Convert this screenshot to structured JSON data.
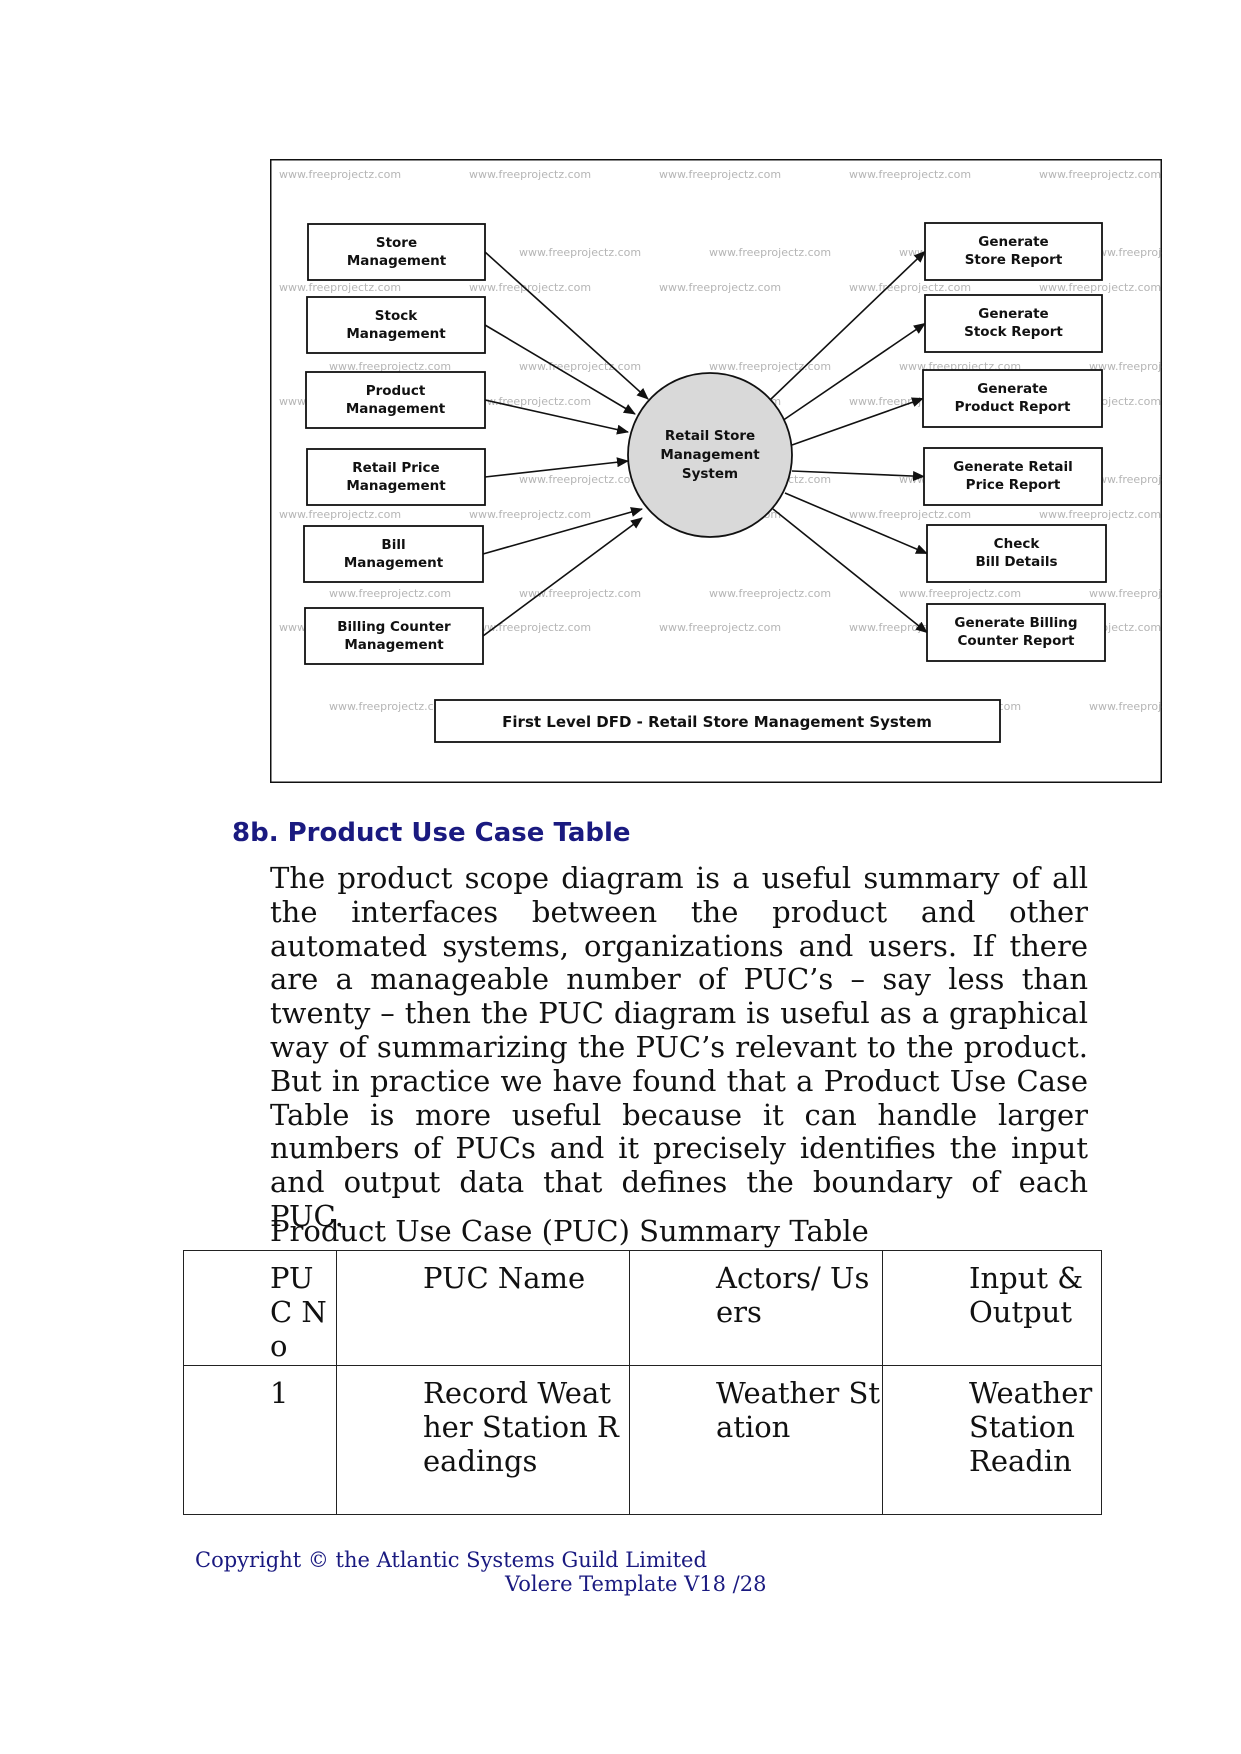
{
  "diagram": {
    "watermark": "www.freeprojectz.com",
    "center": [
      "Retail Store",
      "Management",
      "System"
    ],
    "inputs": [
      [
        "Store",
        "Management"
      ],
      [
        "Stock",
        "Management"
      ],
      [
        "Product",
        "Management"
      ],
      [
        "Retail Price",
        "Management"
      ],
      [
        "Bill",
        "Management"
      ],
      [
        "Billing Counter",
        "Management"
      ]
    ],
    "outputs": [
      [
        "Generate",
        "Store Report"
      ],
      [
        "Generate",
        "Stock Report"
      ],
      [
        "Generate",
        "Product Report"
      ],
      [
        "Generate Retail",
        "Price Report"
      ],
      [
        "Check",
        "Bill Details"
      ],
      [
        "Generate Billing",
        "Counter Report"
      ]
    ],
    "caption": "First Level DFD - Retail Store Management System"
  },
  "section": {
    "heading": "8b. Product Use Case Table",
    "body": "The product scope diagram is a useful summary of all the interfaces between the product and other automated systems, organizations and users. If there are a manageable number of PUC’s – say less than twenty – then the PUC diagram is useful as a graphical way of summarizing the PUC’s relevant to the product. But in practice we have found that a Product Use Case Table is more useful because it can handle larger numbers of PUCs and it precisely identifies the input and output data that defines the boundary of each PUC."
  },
  "table": {
    "caption": "Product Use Case (PUC) Summary Table",
    "headers": [
      "PU C No",
      "PUC Name",
      "Actors/ Users",
      "Input & Output"
    ],
    "rows": [
      [
        "1",
        "Record Weather Station Readings",
        "Weather Station",
        "Weather Station Readin"
      ]
    ]
  },
  "footer": {
    "copyright": "Copyright © the Atlantic Systems Guild Limited",
    "version": "Volere Template V18 /28"
  }
}
